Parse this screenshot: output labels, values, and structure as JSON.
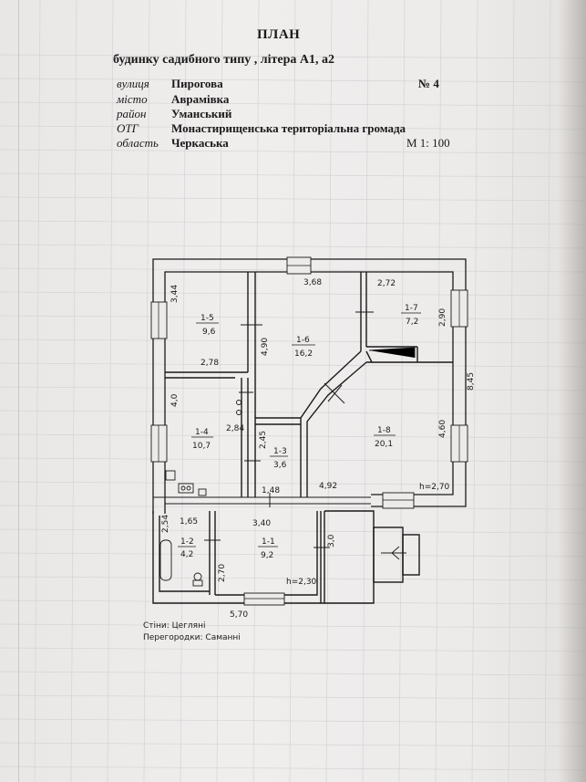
{
  "header": {
    "title": "ПЛАН",
    "subtitle": "будинку садибного типу , літера   А1, а2",
    "fields": [
      {
        "label": "вулиця",
        "value": "Пирогова"
      },
      {
        "label": "місто",
        "value": "Аврамівка"
      },
      {
        "label": "район",
        "value": "Уманський"
      },
      {
        "label": "ОТГ",
        "value": "Монастирищенська територіальна громада"
      },
      {
        "label": "область",
        "value": "Черкаська"
      }
    ],
    "number": "№ 4",
    "scale": "М 1: 100"
  },
  "rooms": [
    {
      "id": "1-5",
      "area": "9,6"
    },
    {
      "id": "1-6",
      "area": "16,2"
    },
    {
      "id": "1-7",
      "area": "7,2"
    },
    {
      "id": "1-4",
      "area": "10,7"
    },
    {
      "id": "1-3",
      "area": "3,6"
    },
    {
      "id": "1-8",
      "area": "20,1"
    },
    {
      "id": "1-2",
      "area": "4,2"
    },
    {
      "id": "1-1",
      "area": "9,2"
    }
  ],
  "dimensions": {
    "d_3_44": "3,44",
    "d_3_68": "3,68",
    "d_2_72": "2,72",
    "d_2_90": "2,90",
    "d_4_90": "4,90",
    "d_2_78": "2,78",
    "d_8_45": "8,45",
    "d_4_0": "4,0",
    "d_2_84": "2,84",
    "d_2_45": "2,45",
    "d_4_60": "4,60",
    "d_4_92": "4,92",
    "d_h270": "h=2,70",
    "d_1_48": "1,48",
    "d_2_54": "2,54",
    "d_1_65": "1,65",
    "d_3_40": "3,40",
    "d_3_0": "3,0",
    "d_2_70": "2,70",
    "d_h230": "h=2,30",
    "d_5_70": "5,70"
  },
  "legend": {
    "walls": "Стіни: Цегляні",
    "partitions": "Перегородки: Саманні"
  }
}
